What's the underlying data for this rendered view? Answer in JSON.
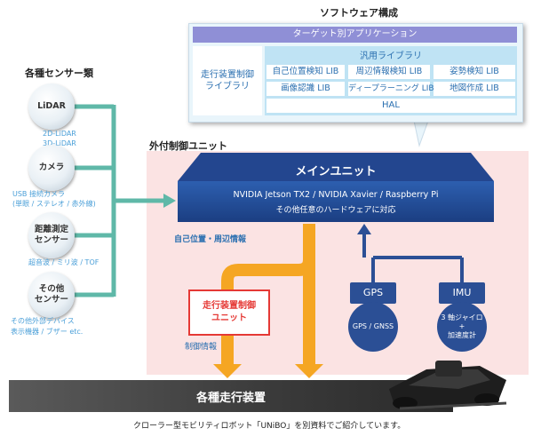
{
  "software": {
    "title": "ソフトウェア構成",
    "target_app": "ターゲット別アプリケーション",
    "driving_control_lib": [
      "走行装置制御",
      "ライブラリ"
    ],
    "general_lib_title": "汎用ライブラリ",
    "libs": [
      "自己位置検知 LIB",
      "周辺情報検知 LIB",
      "姿勢検知 LIB",
      "画像認識 LIB",
      "ディープラーニング LIB",
      "地図作成 LIB"
    ],
    "hal": "HAL"
  },
  "sensors": {
    "title": "各種センサー類",
    "items": [
      {
        "name": [
          "LiDAR"
        ],
        "subs": [
          "2D-LiDAR",
          "3D-LiDAR"
        ]
      },
      {
        "name": [
          "カメラ"
        ],
        "subs": [
          "USB 接続カメラ",
          "(単眼 / ステレオ / 赤外線)"
        ]
      },
      {
        "name": [
          "距離測定",
          "センサー"
        ],
        "subs": [
          "超音波 / ミリ波 / TOF"
        ]
      },
      {
        "name": [
          "その他",
          "センサー"
        ],
        "subs": [
          "その他外部デバイス",
          "表示機器 / ブザー etc."
        ]
      }
    ]
  },
  "external": {
    "title": "外付制御ユニット",
    "main_unit_title": "メインユニット",
    "main_unit_line1": "NVIDIA Jetson TX2 / NVIDIA Xavier / Raspberry Pi",
    "main_unit_line2": "その他任意のハードウェアに対応",
    "position_info": "自己位置・周辺情報",
    "drive_control_unit": [
      "走行装置制御",
      "ユニット"
    ],
    "control_info": "制御情報",
    "gps": "GPS",
    "gps_sub": "GPS / GNSS",
    "imu": "IMU",
    "imu_sub": [
      "3 軸ジャイロ",
      "+",
      "加速度計"
    ]
  },
  "drive_device": "各種走行装置",
  "footnote": "クローラー型モビリティロボット「UNiBO」を別資料でご紹介しています。",
  "colors": {
    "teal": "#5fb8a8",
    "orange": "#f5a623",
    "navy": "#2b4f95",
    "red": "#e53935",
    "pink_bg": "#fbe3e3",
    "purple_bar": "#8f8fd6"
  }
}
